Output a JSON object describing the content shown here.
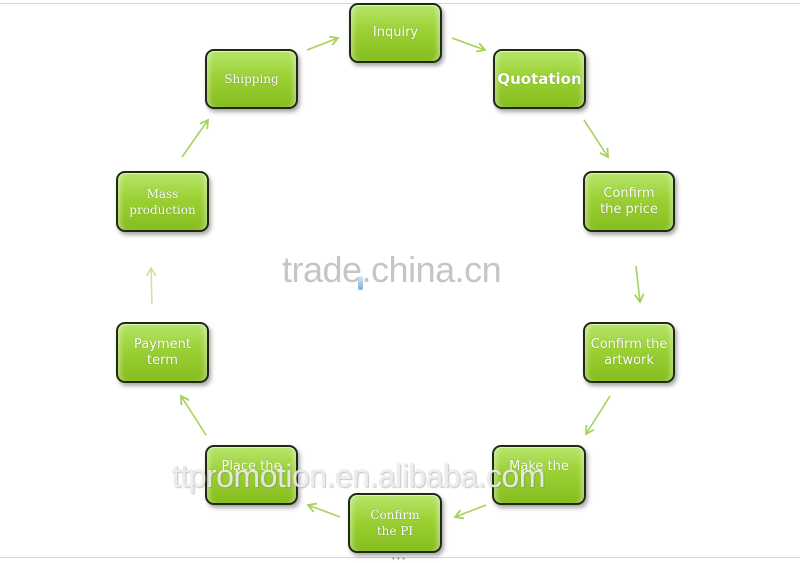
{
  "diagram": {
    "nodes": [
      {
        "id": "inquiry",
        "label": "Inquiry"
      },
      {
        "id": "quotation",
        "label": "Quotation"
      },
      {
        "id": "confirm-price",
        "label": "Confirm\nthe price"
      },
      {
        "id": "confirm-artwork",
        "label": "Confirm the\nartwork"
      },
      {
        "id": "make-sample",
        "label": "Make the"
      },
      {
        "id": "confirm-pi",
        "label": "Confirm\nthe PI"
      },
      {
        "id": "place-order",
        "label": "Place the"
      },
      {
        "id": "payment-term",
        "label": "Payment\nterm"
      },
      {
        "id": "mass-production",
        "label": "Mass\nproduction"
      },
      {
        "id": "shipping",
        "label": "Shipping"
      }
    ],
    "colors": {
      "node_fill": "#9bd134",
      "node_border": "#1e2a14",
      "arrow": "#a6d25a",
      "node_text": "#ffffff"
    }
  },
  "watermarks": {
    "center": "trade.china.cn",
    "bottom": "ttpromotion.en.alibaba.com"
  }
}
